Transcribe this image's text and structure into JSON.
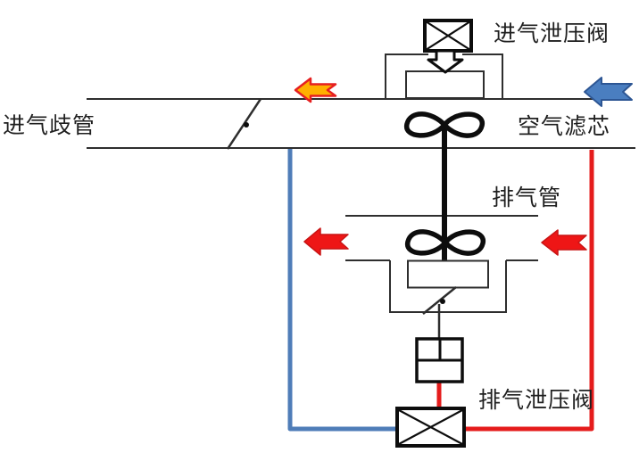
{
  "diagram": {
    "title_context": "turbocharger-intake-exhaust-schematic",
    "labels": {
      "intake_manifold": "进气歧管",
      "intake_relief_valve": "进气泄压阀",
      "air_filter": "空气滤芯",
      "exhaust_pipe": "排气管",
      "exhaust_relief_valve": "排气泄压阀"
    },
    "components": [
      {
        "name": "intake-relief-valve-icon",
        "symbol": "crossed-box"
      },
      {
        "name": "blowoff-discharge-arrow-icon",
        "symbol": "hollow-down-arrow"
      },
      {
        "name": "throttle-valve-icon",
        "symbol": "diagonal-valve-with-pivot"
      },
      {
        "name": "compressor-rotor-icon",
        "symbol": "infinity-rotor"
      },
      {
        "name": "turbine-rotor-icon",
        "symbol": "infinity-rotor"
      },
      {
        "name": "turbo-shaft",
        "symbol": "thick-vertical-line"
      },
      {
        "name": "wastegate-valve-icon",
        "symbol": "diagonal-valve-with-pivot"
      },
      {
        "name": "wastegate-actuator-icon",
        "symbol": "piston-box"
      },
      {
        "name": "exhaust-relief-valve-icon",
        "symbol": "crossed-box"
      }
    ],
    "flow_arrows": [
      {
        "name": "intake-charge-flow-arrow",
        "direction": "left",
        "color_name": "orange"
      },
      {
        "name": "fresh-air-in-flow-arrow",
        "direction": "left",
        "color_name": "blue"
      },
      {
        "name": "exhaust-out-flow-arrow",
        "direction": "left",
        "color_name": "red"
      },
      {
        "name": "exhaust-in-flow-arrow",
        "direction": "left",
        "color_name": "red"
      }
    ]
  },
  "colors": {
    "background": "#ffffff",
    "text": "#1f1f1f",
    "ink": "#2e2e2e",
    "ink_strong": "#0d0d0d",
    "blue_pipe": "#4f7db8",
    "red_pipe": "#e51c1c",
    "orange_fill": "#ffb000",
    "orange_border": "#e62020",
    "blue_fill": "#4a7ec0",
    "blue_border": "#2d5694",
    "red_fill": "#ee1616",
    "red_border": "#c91414"
  }
}
